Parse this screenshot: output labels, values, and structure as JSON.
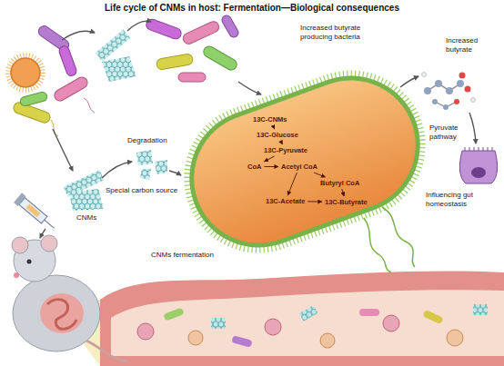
{
  "diagram": {
    "title": "Life cycle of CNMs in host: Fermentation—Biological consequences",
    "nodes": [
      {
        "text": [
          "13C-CNMs"
        ]
      },
      {
        "text": [
          "13C-Glucose"
        ]
      },
      {
        "text": [
          "13C-Pyruvate"
        ]
      },
      {
        "text": [
          "CoA"
        ]
      },
      {
        "text": [
          "Acetyl CoA"
        ]
      },
      {
        "text": [
          "Butyryl CoA"
        ]
      },
      {
        "text": [
          "13C-Acetate"
        ]
      },
      {
        "text": [
          "13C-Butyrate"
        ]
      }
    ],
    "edges": [
      {
        "from": 0,
        "to": 1,
        "arrow": "to"
      },
      {
        "from": 1,
        "to": 2,
        "arrow": "to"
      },
      {
        "from": 2,
        "to": 3,
        "arrow": "to"
      },
      {
        "from": 3,
        "to": 4,
        "arrow": "to"
      },
      {
        "from": 4,
        "to": 5,
        "arrow": "to"
      },
      {
        "from": 4,
        "to": 6,
        "arrow": "to"
      },
      {
        "from": 5,
        "to": 7,
        "arrow": "to"
      },
      {
        "from": 6,
        "to": 7,
        "arrow": "to"
      }
    ],
    "labels": [
      "Increased butyrate producing bacteria",
      "Increased butyrate",
      "Pyruvate pathway",
      "Influencing gut homeostasis",
      "Degradation",
      "Special carbon source",
      "CNMs",
      "CNMs fermentation"
    ]
  }
}
